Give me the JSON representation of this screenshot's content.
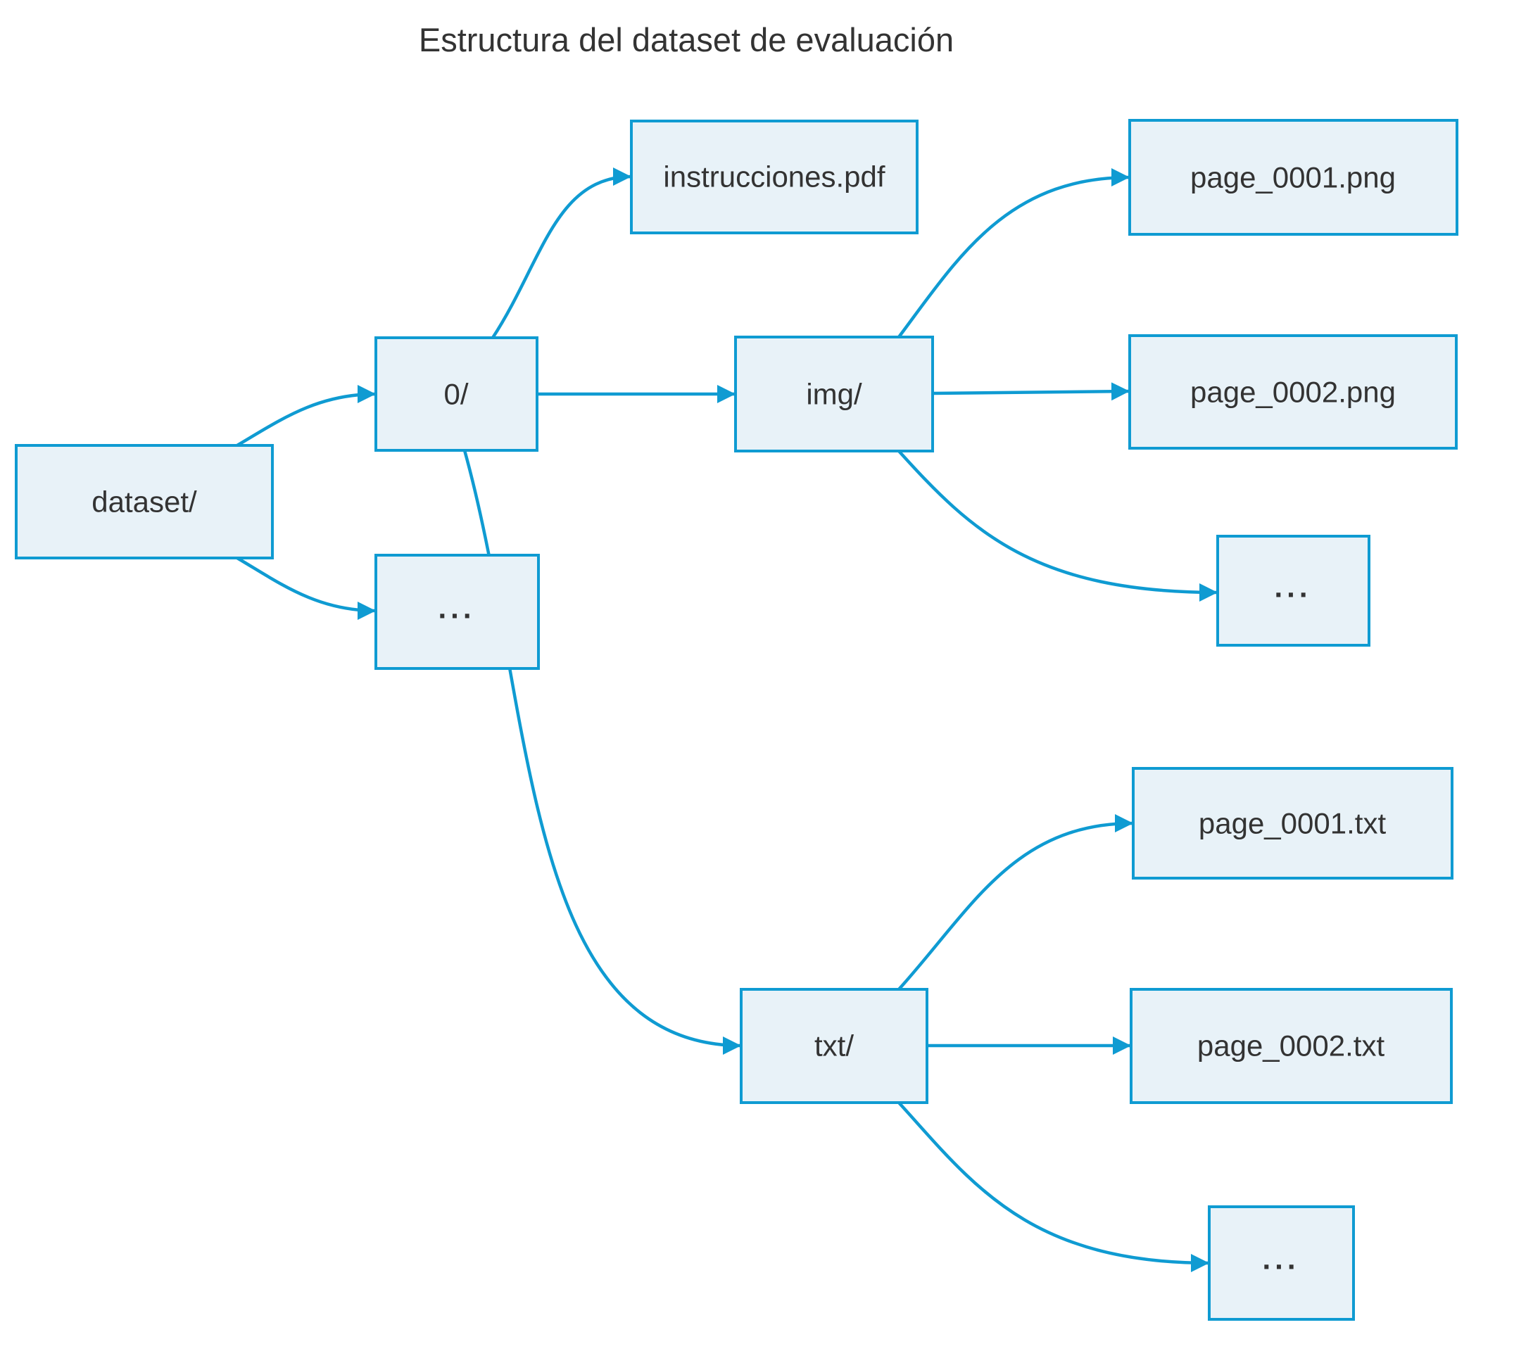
{
  "diagram": {
    "type": "flowchart",
    "direction": "left-to-right",
    "title": "Estructura del dataset de evaluación"
  },
  "colors": {
    "background": "#ffffff",
    "node-fill": "#e8f2f8",
    "node-border": "#0f9bd2",
    "edge": "#0f9bd2",
    "text": "#333333"
  },
  "nodes": [
    {
      "id": "dataset",
      "label": "dataset/"
    },
    {
      "id": "folder-0",
      "label": "0/"
    },
    {
      "id": "folder-more",
      "label": "..."
    },
    {
      "id": "instrucciones-pdf",
      "label": "instrucciones.pdf"
    },
    {
      "id": "img",
      "label": "img/"
    },
    {
      "id": "page-0001-png",
      "label": "page_0001.png"
    },
    {
      "id": "page-0002-png",
      "label": "page_0002.png"
    },
    {
      "id": "img-more",
      "label": "..."
    },
    {
      "id": "txt",
      "label": "txt/"
    },
    {
      "id": "page-0001-txt",
      "label": "page_0001.txt"
    },
    {
      "id": "page-0002-txt",
      "label": "page_0002.txt"
    },
    {
      "id": "txt-more",
      "label": "..."
    }
  ],
  "edges": [
    {
      "from": "dataset",
      "to": "folder-0"
    },
    {
      "from": "dataset",
      "to": "folder-more"
    },
    {
      "from": "folder-0",
      "to": "instrucciones-pdf"
    },
    {
      "from": "folder-0",
      "to": "img"
    },
    {
      "from": "folder-0",
      "to": "txt"
    },
    {
      "from": "img",
      "to": "page-0001-png"
    },
    {
      "from": "img",
      "to": "page-0002-png"
    },
    {
      "from": "img",
      "to": "img-more"
    },
    {
      "from": "txt",
      "to": "page-0001-txt"
    },
    {
      "from": "txt",
      "to": "page-0002-txt"
    },
    {
      "from": "txt",
      "to": "txt-more"
    }
  ]
}
